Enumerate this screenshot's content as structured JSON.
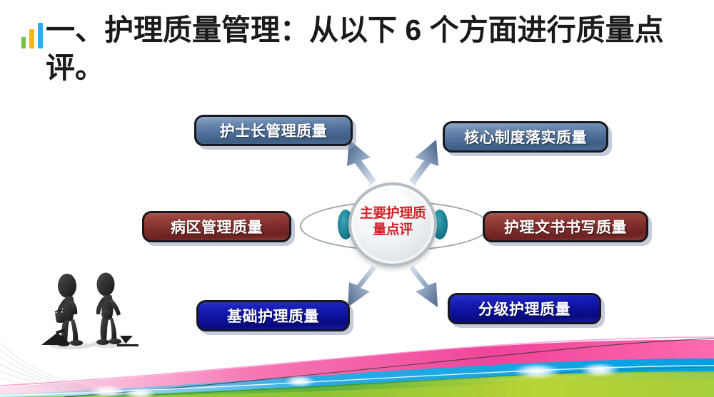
{
  "slide": {
    "title": "一、护理质量管理：从以下 6 个方面进行质量点评。",
    "accent_bars": [
      {
        "name": "green-bar",
        "color": "#76c043"
      },
      {
        "name": "yellow-bar",
        "color": "#fcb316"
      },
      {
        "name": "blue-bar",
        "color": "#27b0ee"
      }
    ]
  },
  "diagram": {
    "center": {
      "label": "主要护理质\n量点评",
      "text_color": "#d2232a",
      "shape": "sphere"
    },
    "nodes": [
      {
        "id": "head-nurse",
        "label": "护士长管理质量",
        "style": "steel",
        "color": "#4d6e99",
        "position": "top-left"
      },
      {
        "id": "core-system",
        "label": "核心制度落实质量",
        "style": "steel",
        "color": "#4d6e99",
        "position": "top-right"
      },
      {
        "id": "ward",
        "label": "病区管理质量",
        "style": "red",
        "color": "#7e2d2b",
        "position": "left"
      },
      {
        "id": "document",
        "label": "护理文书书写质量",
        "style": "red",
        "color": "#7e2d2b",
        "position": "right"
      },
      {
        "id": "basic",
        "label": "基础护理质量",
        "style": "blue",
        "color": "#0d129e",
        "position": "bottom-left"
      },
      {
        "id": "graded",
        "label": "分级护理质量",
        "style": "blue",
        "color": "#0d129e",
        "position": "bottom-right"
      }
    ],
    "arrows": [
      {
        "id": "arrow-up-left",
        "direction": "up-left",
        "target": "head-nurse"
      },
      {
        "id": "arrow-up-right",
        "direction": "up-right",
        "target": "core-system"
      },
      {
        "id": "arrow-left",
        "direction": "left",
        "target": "ward"
      },
      {
        "id": "arrow-right",
        "direction": "right",
        "target": "document"
      },
      {
        "id": "arrow-down-left",
        "direction": "down-left",
        "target": "basic"
      },
      {
        "id": "arrow-down-right",
        "direction": "down-right",
        "target": "graded"
      }
    ],
    "arrow_color": "#5d7ba4"
  },
  "decoration": {
    "figures_caption": "two 3d stick figures digging",
    "wave_colors": [
      "#f0449a",
      "#29abe2",
      "#39b54a",
      "#b6d432"
    ]
  }
}
